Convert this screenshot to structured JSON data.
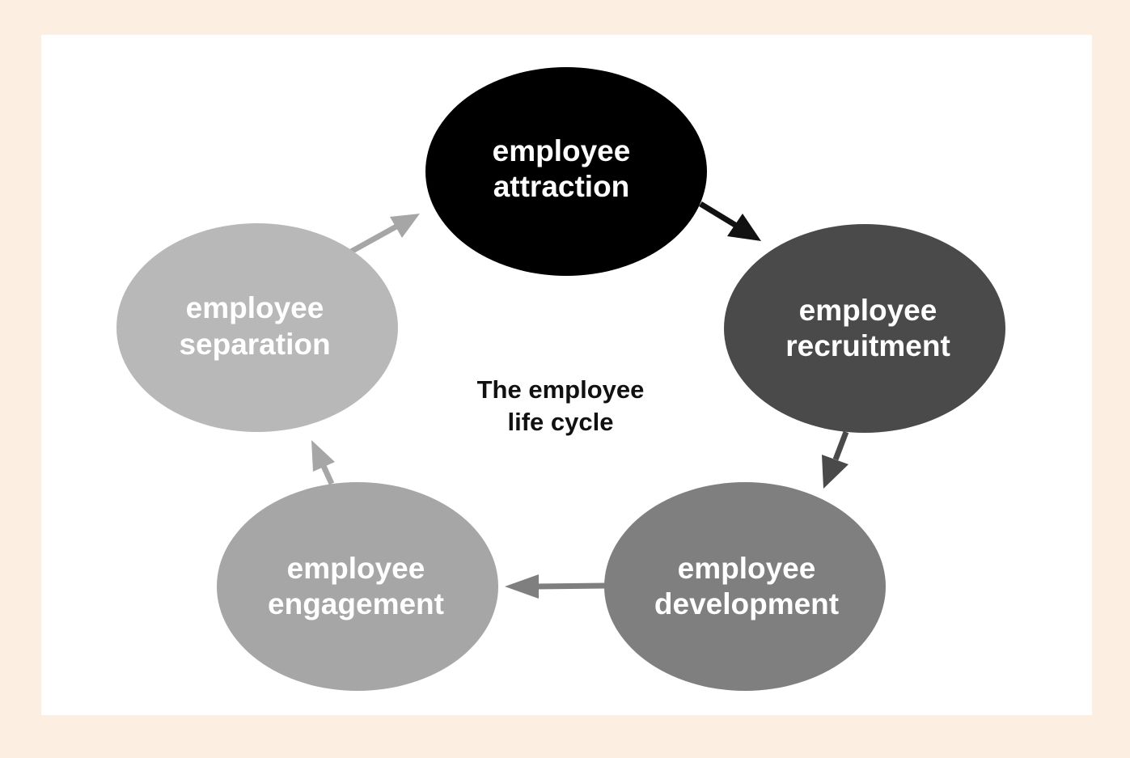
{
  "diagram": {
    "center_label": {
      "line1": "The employee",
      "line2": "life cycle"
    },
    "nodes": [
      {
        "id": "attraction",
        "line1": "employee",
        "line2": "attraction",
        "fill": "#000000"
      },
      {
        "id": "recruitment",
        "line1": "employee",
        "line2": "recruitment",
        "fill": "#4a4a4a"
      },
      {
        "id": "development",
        "line1": "employee",
        "line2": "development",
        "fill": "#7f7f7f"
      },
      {
        "id": "engagement",
        "line1": "employee",
        "line2": "engagement",
        "fill": "#a6a6a6"
      },
      {
        "id": "separation",
        "line1": "employee",
        "line2": "separation",
        "fill": "#b8b8b8"
      }
    ],
    "arrows": [
      {
        "from": "attraction",
        "to": "recruitment",
        "color": "#111111"
      },
      {
        "from": "recruitment",
        "to": "development",
        "color": "#4a4a4a"
      },
      {
        "from": "development",
        "to": "engagement",
        "color": "#7f7f7f"
      },
      {
        "from": "engagement",
        "to": "separation",
        "color": "#a6a6a6"
      },
      {
        "from": "separation",
        "to": "attraction",
        "color": "#a6a6a6"
      }
    ],
    "colors": {
      "background": "#fdeee2",
      "panel": "#ffffff",
      "node_text": "#ffffff",
      "center_text": "#111111"
    }
  }
}
